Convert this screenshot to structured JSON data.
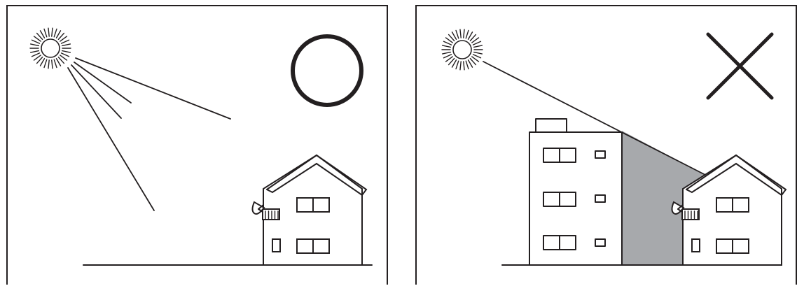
{
  "panels": [
    {
      "id": "left",
      "verdict_symbol": "circle",
      "verdict": "good",
      "obstruction": false
    },
    {
      "id": "right",
      "verdict_symbol": "cross",
      "verdict": "bad",
      "obstruction": true
    }
  ],
  "colors": {
    "line": "#231f20",
    "shadow": "#a7a9ac",
    "background": "#ffffff"
  },
  "icons": [
    "sun-icon",
    "house-icon",
    "satellite-dish-icon",
    "apartment-building-icon",
    "circle-mark-icon",
    "cross-mark-icon"
  ]
}
